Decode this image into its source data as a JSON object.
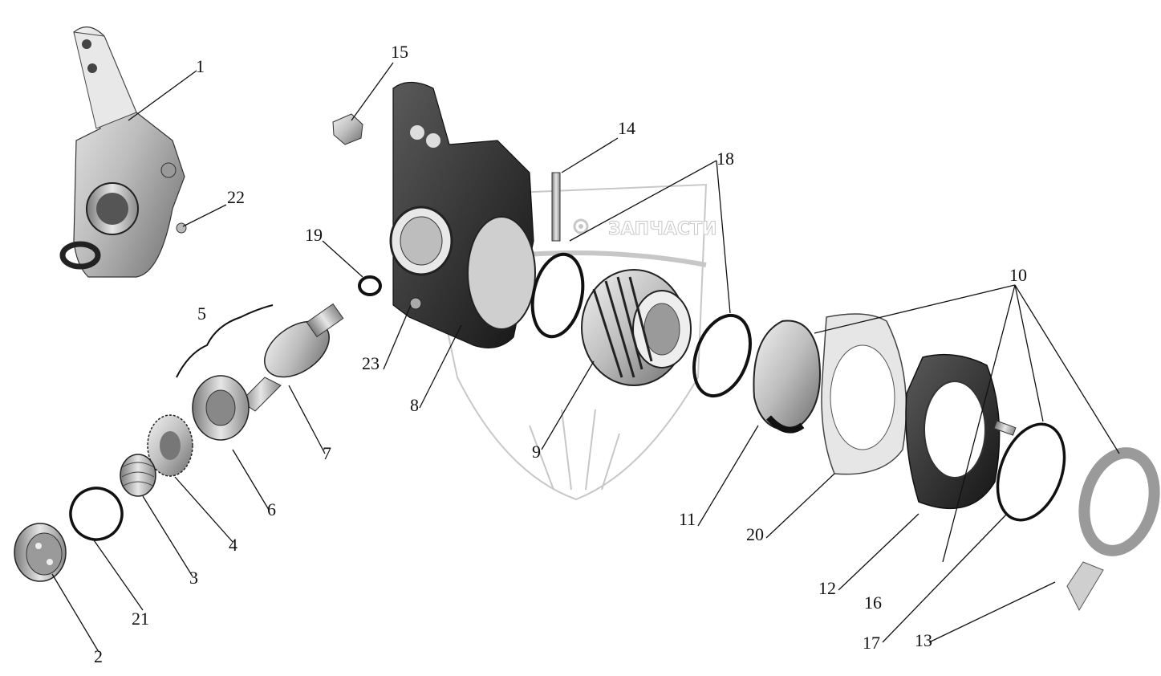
{
  "diagram": {
    "labels": [
      "1",
      "2",
      "3",
      "4",
      "5",
      "6",
      "7",
      "8",
      "9",
      "10",
      "11",
      "12",
      "13",
      "14",
      "15",
      "16",
      "17",
      "18",
      "19",
      "20",
      "21",
      "22",
      "23"
    ]
  },
  "watermark": {
    "text": "ЗАПЧАСТИ",
    "icon": "gear-icon",
    "color": "#9a9a9a"
  },
  "colors": {
    "part_fill": "#cfcfcf",
    "part_shade": "#8a8a8a",
    "part_dark": "#2a2a2a",
    "line": "#111111"
  }
}
